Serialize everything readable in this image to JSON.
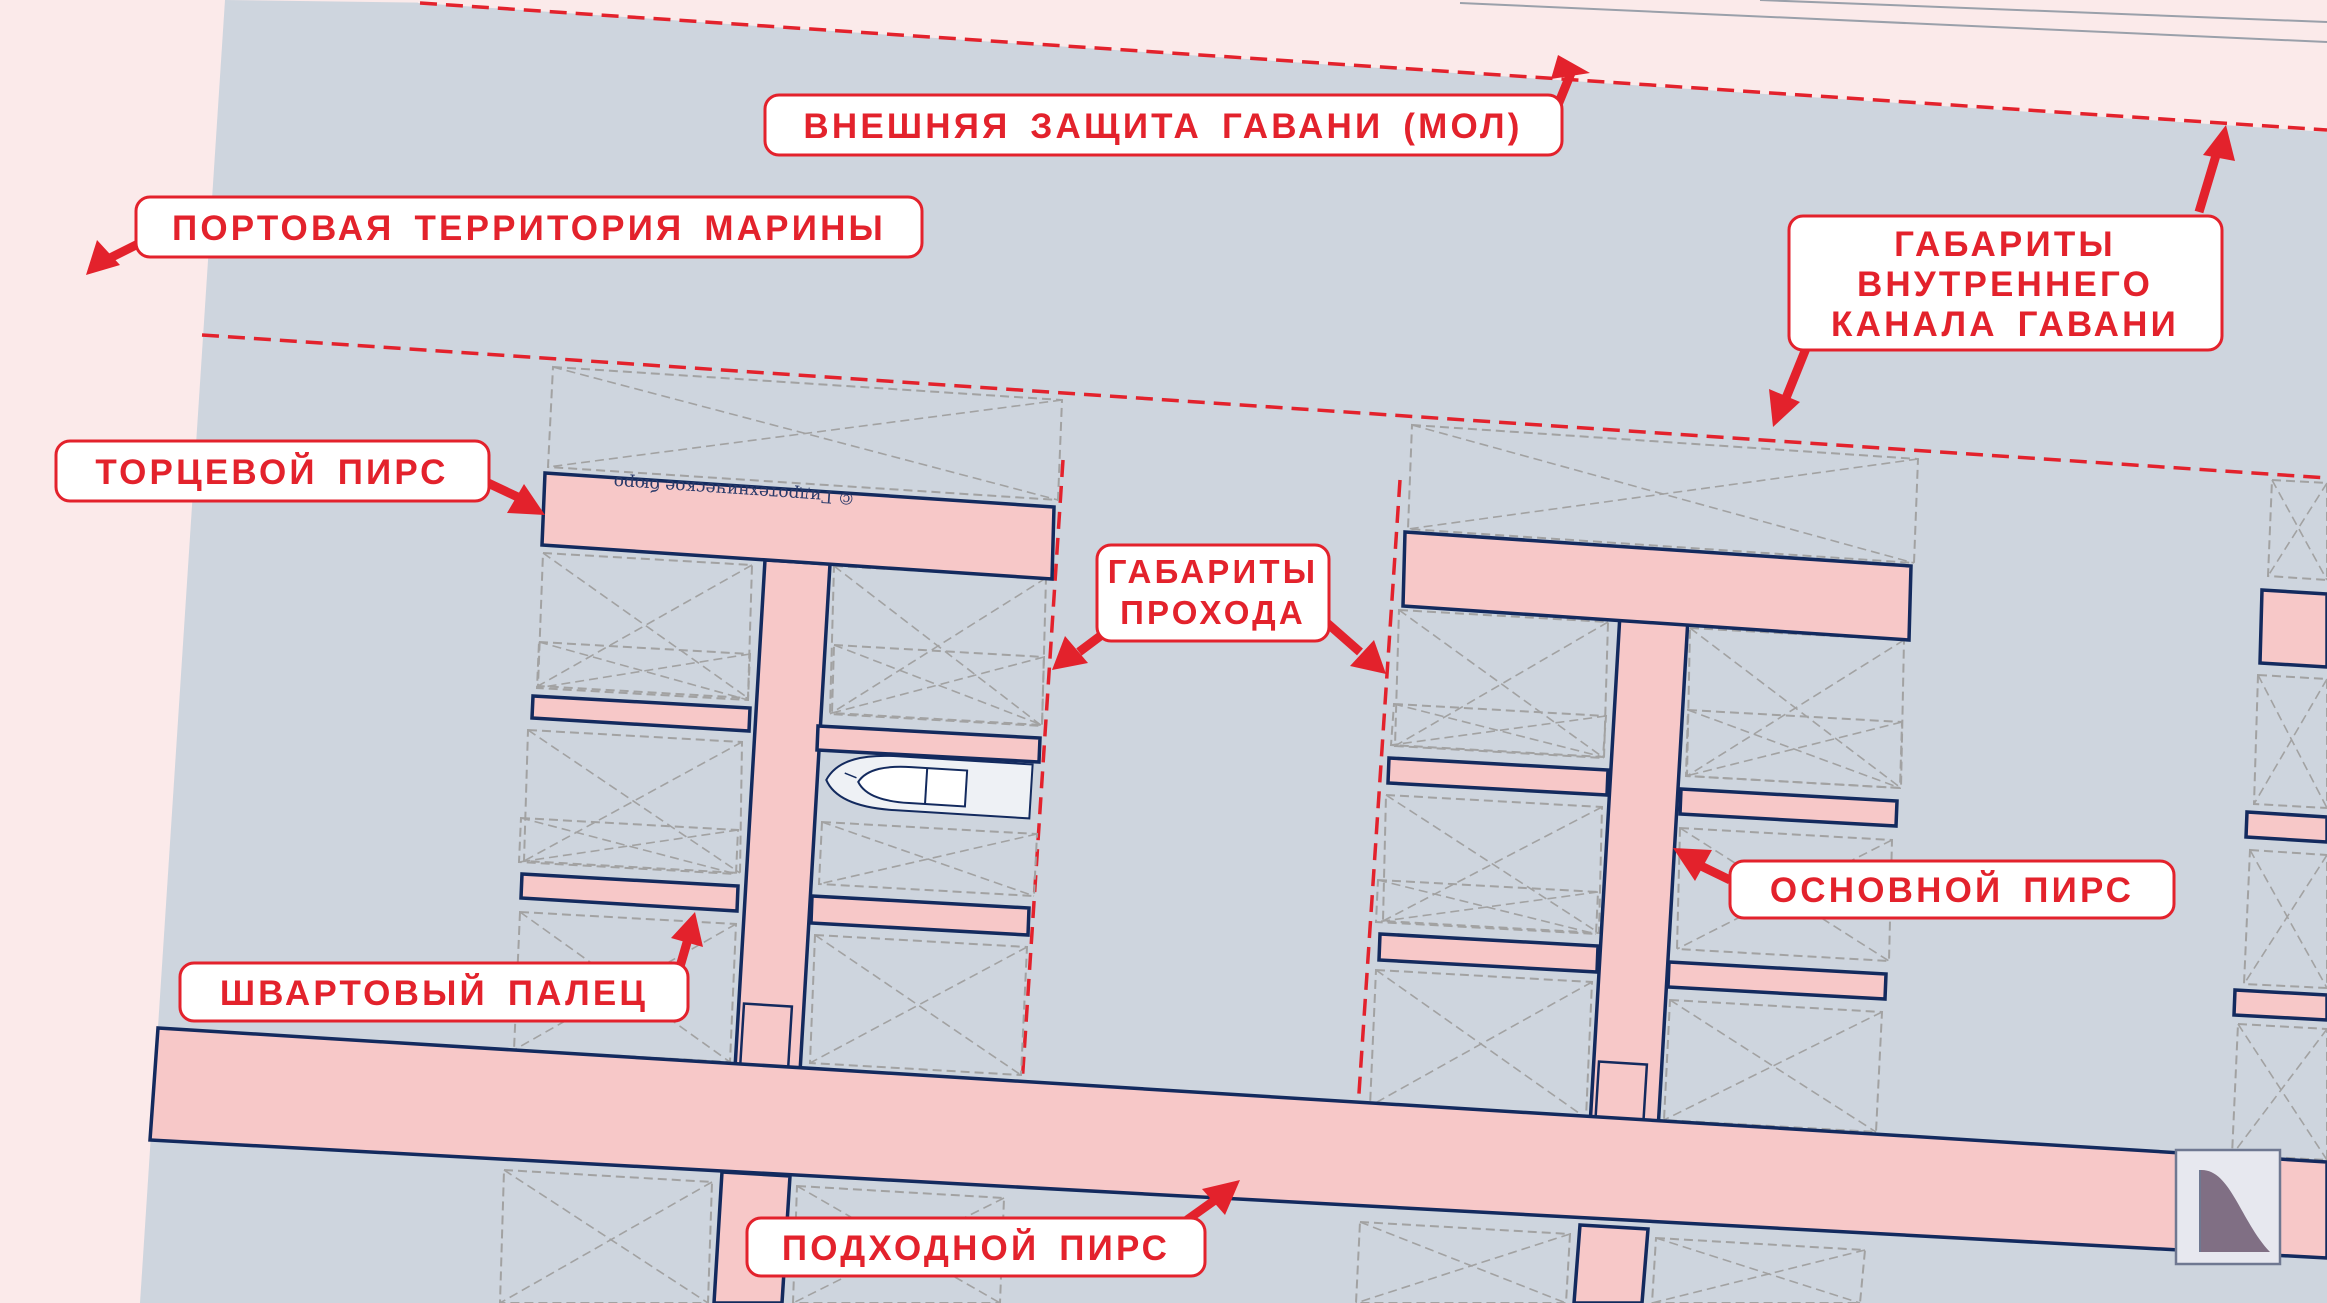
{
  "labels": {
    "outer_protection": "ВНЕШНЯЯ  ЗАЩИТА  ГАВАНИ  (МОЛ)",
    "port_territory": "ПОРТОВАЯ  ТЕРРИТОРИЯ  МАРИНЫ",
    "channel_line1": "ГАБАРИТЫ",
    "channel_line2": "ВНУТРЕННЕГО",
    "channel_line3": "КАНАЛА  ГАВАНИ",
    "end_pier": "ТОРЦЕВОЙ  ПИРС",
    "passage_line1": "ГАБАРИТЫ",
    "passage_line2": "ПРОХОДА",
    "main_pier": "ОСНОВНОЙ  ПИРС",
    "mooring_finger": "ШВАРТОВЫЙ  ПАЛЕЦ",
    "access_pier": "ПОДХОДНОЙ  ПИРС"
  },
  "watermark": "© Гидротехническое бюро",
  "icons": {
    "logo": "company-logo-icon",
    "boat": "yacht-icon"
  },
  "colors": {
    "accent_red": "#e3222c",
    "pier_fill": "#f7c8c8",
    "pier_outline": "#132a5e",
    "water": "#ced5de",
    "land": "#fbeaea",
    "berth_outline": "#a2a2a2"
  }
}
